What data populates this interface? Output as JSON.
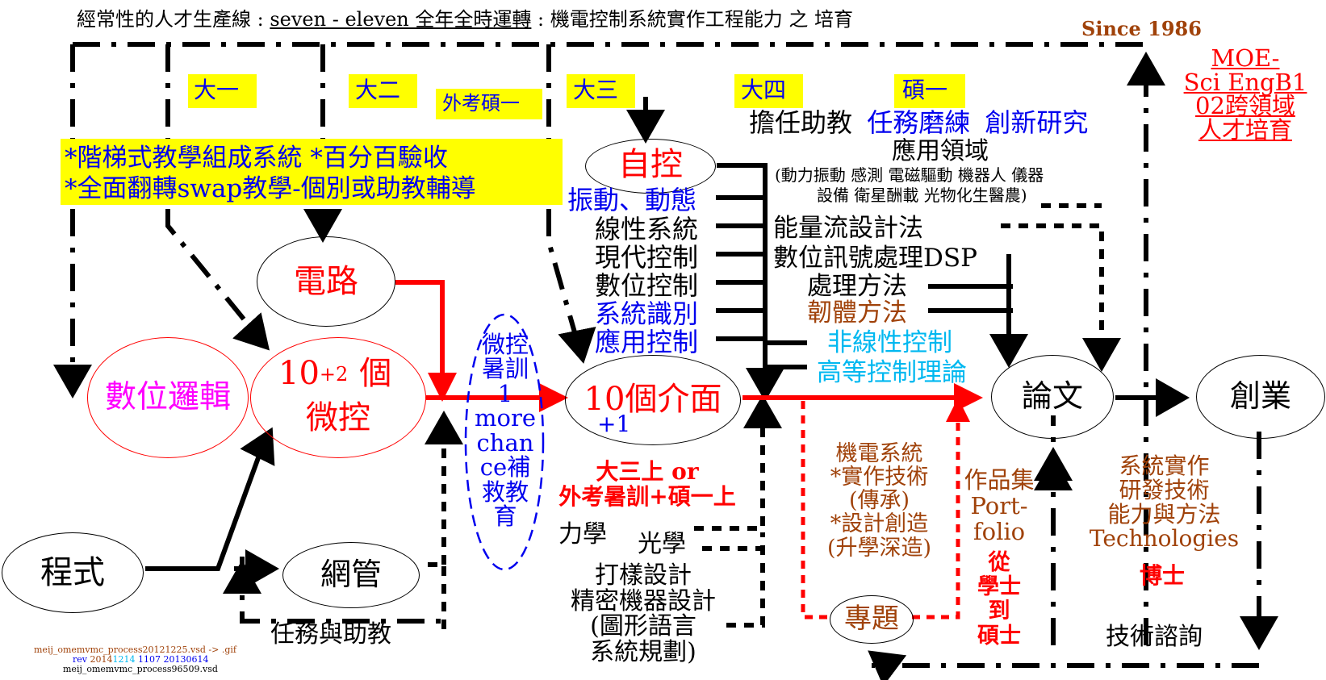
{
  "header": {
    "part1": "經常性的人才生產線 : ",
    "part2": "seven - eleven 全年全時運轉",
    "part3": " : 機電控制系統實作工程能力 之 培育"
  },
  "since": "Since 1986",
  "moe": {
    "line1": "MOE-",
    "line2": "Sci EngB1",
    "line3": "02跨領域",
    "line4": "人才培育"
  },
  "years": {
    "y1": "大一",
    "y2": "大二",
    "ext": "外考碩一",
    "y3": "大三",
    "y4": "大四",
    "m1": "碩一"
  },
  "banner": {
    "line1": "*階梯式教學組成系統 *百分百驗收",
    "line2": "*全面翻轉swap教學-個別或助教輔導"
  },
  "nodes": {
    "digital_logic": "數位邏輯",
    "circuit": "電路",
    "micro_ctrl_a": "10",
    "micro_ctrl_b": "+2",
    "micro_ctrl_c": "個",
    "micro_ctrl_d": "微控",
    "program": "程式",
    "netman": "網管",
    "auto_ctrl": "自控",
    "interfaces": "10個介面",
    "interfaces_plus": "+1",
    "thesis": "論文",
    "startup": "創業",
    "project": "專題"
  },
  "summer": {
    "line1": "微控",
    "line2": "暑訓",
    "line3": "1",
    "line4": "more",
    "line5": "chan",
    "line6": "ce補",
    "line7": "救教",
    "line8": "育"
  },
  "control_list": {
    "vibration": "振動、動態",
    "linear": "線性系統",
    "modern": "現代控制",
    "digital": "數位控制",
    "sysid": "系統識別",
    "applied": "應用控制"
  },
  "ta": {
    "ta": "擔任助教",
    "mission": "任務磨練",
    "innovate": "創新研究"
  },
  "app_field": {
    "title": "應用領域",
    "line1": "(動力振動 感測 電磁驅動 機器人 儀器",
    "line2": "設備 衛星酬載 光物化生醫農)"
  },
  "methods": {
    "energy": "能量流設計法",
    "dsp": "數位訊號處理DSP",
    "processing": "處理方法",
    "firmware": "韌體方法",
    "nonlinear": "非線性控制",
    "advanced": "高等控制理論"
  },
  "junior": {
    "line1": "大三上 or",
    "line2": "外考暑訓+碩一上"
  },
  "mech": {
    "mechanics": "力學",
    "optics": "光學",
    "proto": "打樣設計",
    "precision": "精密機器設計",
    "graphic1": "(圖形語言",
    "graphic2": "系統規劃)"
  },
  "mechatronics": {
    "line1": "機電系統",
    "line2": "*實作技術",
    "line3": "(傳承)",
    "line4": "*設計創造",
    "line5": "(升學深造)"
  },
  "portfolio": {
    "line1": "作品集",
    "line2": "Port-",
    "line3": "folio"
  },
  "degree": {
    "c1": "從",
    "c2": "學士",
    "c3": "到",
    "c4": "碩士"
  },
  "impl": {
    "line1": "系統實作",
    "line2": "研發技術",
    "line3": "能力與方法",
    "line4": "Technologies"
  },
  "phd": "博士",
  "consult": "技術諮詢",
  "task_ta": "任務與助教",
  "footer": {
    "line1": "meij_omemvmc_process20121225.vsd -> .gif",
    "rev_label": "rev ",
    "rev_a": "2014",
    "rev_b": "1214",
    "rev_c": " 1107 20130614",
    "line3": "meij_omemvmc_process96509.vsd"
  }
}
